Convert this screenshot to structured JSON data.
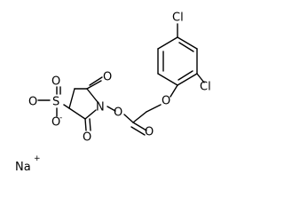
{
  "molecule": {
    "atoms": {
      "cl_top": "Cl",
      "cl_right": "Cl",
      "o_ether": "O",
      "o_carbonyl_ester": "O",
      "o_ester_link": "O",
      "n_imide": "N",
      "o_imide_top": "O",
      "o_imide_bottom": "O",
      "s_sulfonate": "S",
      "o_sulfonate_left": "O",
      "o_sulfonate_top": "O",
      "o_sulfonate_bottom": "O"
    },
    "charges": {
      "sulfonate": "-",
      "sodium": "+"
    },
    "counterion": "Na"
  }
}
